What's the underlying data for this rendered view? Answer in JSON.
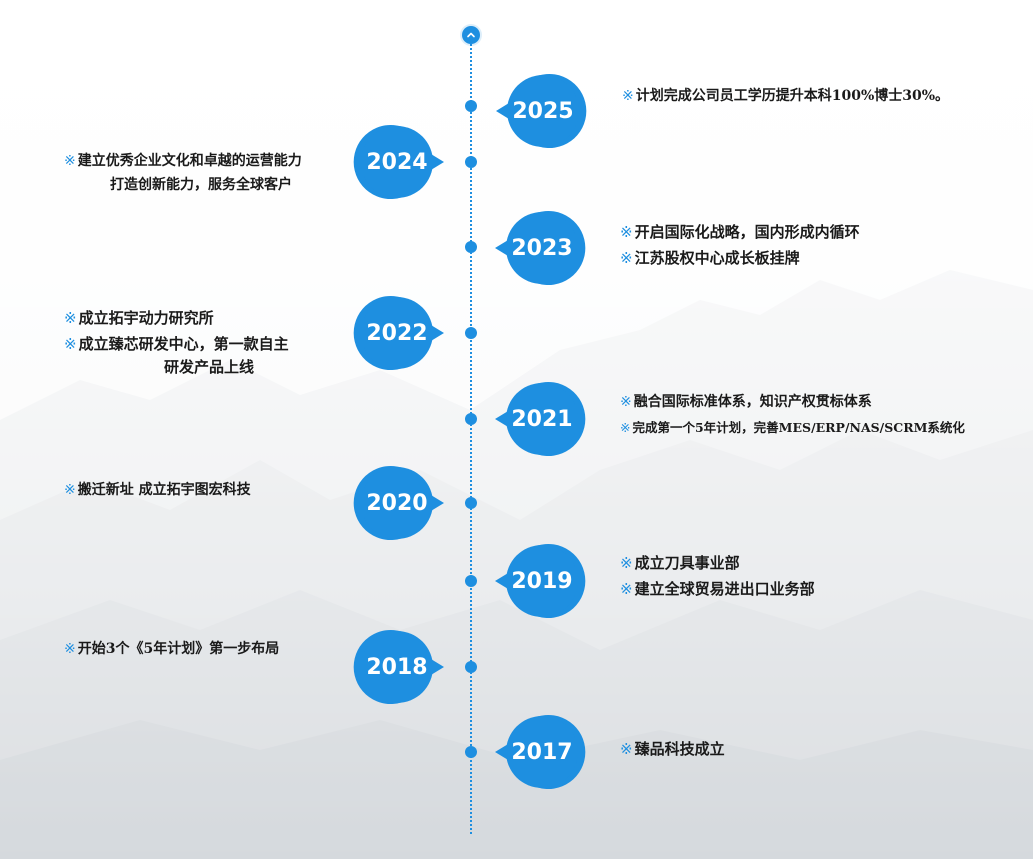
{
  "timeline": {
    "years": [
      {
        "year": "2025",
        "side": "right",
        "items": [
          "计划完成公司员工学历提升本科100%博士30%。"
        ]
      },
      {
        "year": "2024",
        "side": "left",
        "items": [
          "建立优秀企业文化和卓越的运营能力"
        ],
        "continuation": "打造创新能力，服务全球客户"
      },
      {
        "year": "2023",
        "side": "right",
        "items": [
          "开启国际化战略，国内形成内循环",
          "江苏股权中心成长板挂牌"
        ]
      },
      {
        "year": "2022",
        "side": "left",
        "items": [
          "成立拓宇动力研究所",
          "成立臻芯研发中心，第一款自主"
        ],
        "continuation": "研发产品上线"
      },
      {
        "year": "2021",
        "side": "right",
        "items": [
          "融合国际标准体系，知识产权贯标体系",
          "完成第一个5年计划，完善MES/ERP/NAS/SCRM系统化"
        ]
      },
      {
        "year": "2020",
        "side": "left",
        "items": [
          "搬迁新址 成立拓宇图宏科技"
        ]
      },
      {
        "year": "2019",
        "side": "right",
        "items": [
          "成立刀具事业部",
          "建立全球贸易进出口业务部"
        ]
      },
      {
        "year": "2018",
        "side": "left",
        "items": [
          "开始3个《5年计划》第一步布局"
        ]
      },
      {
        "year": "2017",
        "side": "right",
        "items": [
          "臻品科技成立"
        ]
      }
    ],
    "bullet_mark": "※",
    "accent_color": "#1e8fe0",
    "scroll_up_icon": "chevron-up-icon"
  }
}
